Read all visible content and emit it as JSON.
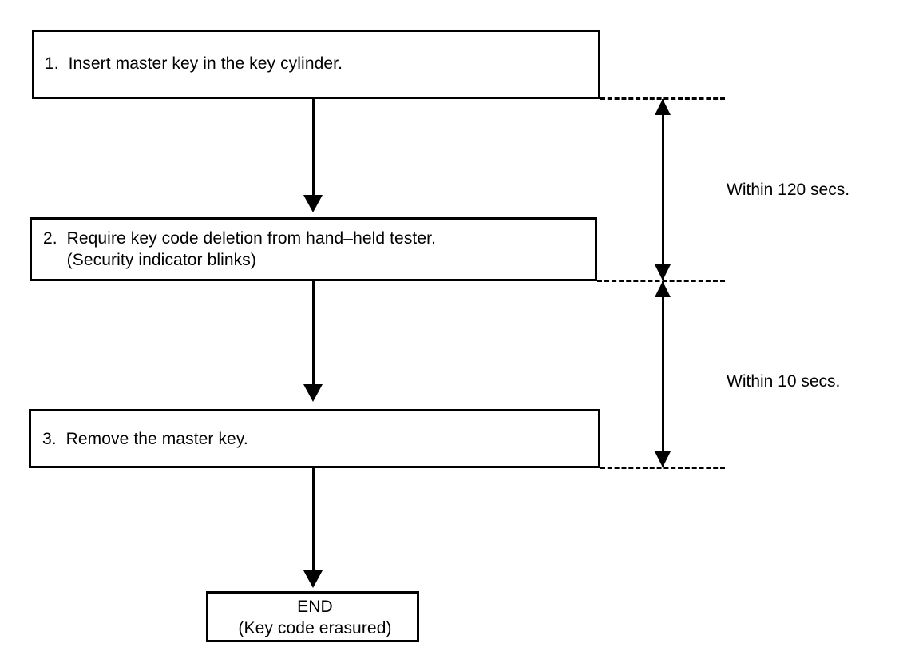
{
  "diagram": {
    "title": "Key code erasure procedure flowchart",
    "line_color": "#000000",
    "background_color": "#ffffff",
    "steps": [
      {
        "id": "step1",
        "number": "1.",
        "text": "1.  Insert master key in the key cylinder."
      },
      {
        "id": "step2",
        "number": "2.",
        "text": "2.  Require key code deletion from hand–held tester.\n     (Security indicator blinks)"
      },
      {
        "id": "step3",
        "number": "3.",
        "text": "3.  Remove the master key."
      }
    ],
    "terminator": {
      "id": "endbox",
      "text": "END\n(Key code erasured)"
    },
    "timing_annotations": [
      {
        "id": "ann1",
        "label": "Within 120 secs.",
        "spans_from": "step1",
        "spans_to": "step2"
      },
      {
        "id": "ann2",
        "label": "Within 10 secs.",
        "spans_from": "step2",
        "spans_to": "step3"
      }
    ]
  }
}
